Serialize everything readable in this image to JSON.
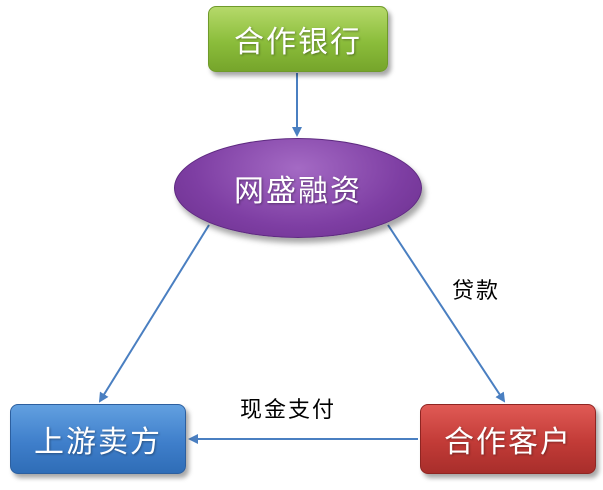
{
  "nodes": {
    "bank": "合作银行",
    "finance": "网盛融资",
    "seller": "上游卖方",
    "client": "合作客户"
  },
  "edges": {
    "loan": "贷款",
    "cash_payment": "现金支付"
  },
  "colors": {
    "bank": "#8bbd3b",
    "finance": "#7e3ea3",
    "seller": "#3f7fcb",
    "client": "#c23b37",
    "arrow": "#4a7fc1"
  }
}
